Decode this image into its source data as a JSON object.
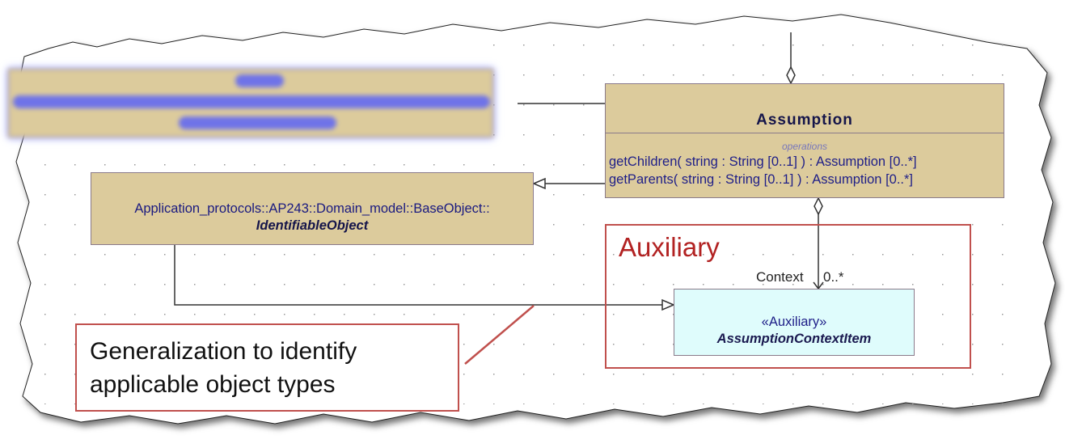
{
  "diagram": {
    "blurred_class": {
      "note": ""
    },
    "assumption": {
      "name": "Assumption",
      "compartment": "operations",
      "operations": [
        "getChildren( string : String [0..1] ) : Assumption [0..*]",
        "getParents( string : String [0..1] ) : Assumption [0..*]"
      ]
    },
    "identifiable_object": {
      "qualifier": "Application_protocols::AP243::Domain_model::BaseObject::",
      "name": "IdentifiableObject"
    },
    "context_item": {
      "stereotype": "«Auxiliary»",
      "name": "AssumptionContextItem"
    },
    "association": {
      "role": "Context",
      "multiplicity": "0..*"
    },
    "auxiliary_label": "Auxiliary",
    "callout": "Generalization to identify applicable object types",
    "colors": {
      "class_fill": "#dccb9c",
      "aux_fill": "#dffcfc",
      "highlight": "#c0504d"
    }
  }
}
